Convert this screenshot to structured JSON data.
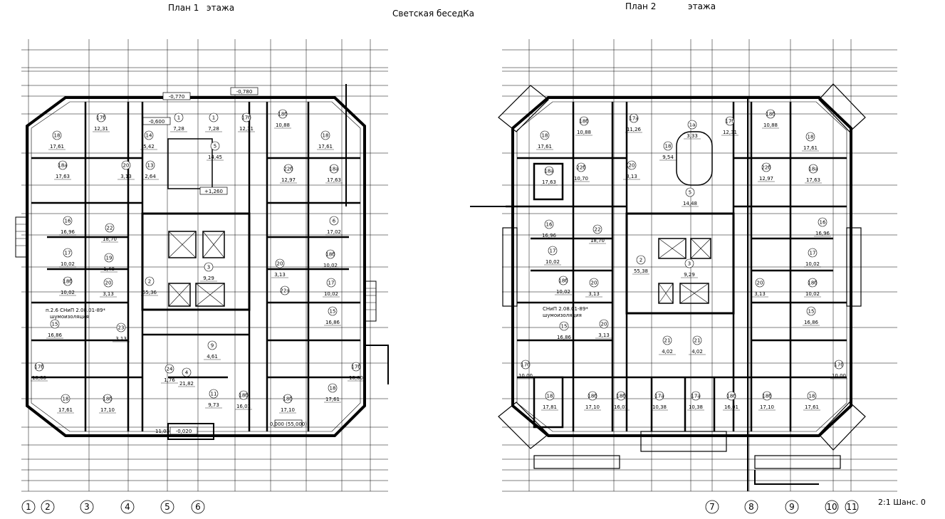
{
  "titles": {
    "plan1_a": "План 1",
    "plan1_b": "этажа",
    "center": "Светская беседКа",
    "plan2_a": "План 2",
    "plan2_b": "этажа",
    "scale": "2:1 Шанс. 0"
  },
  "axes_left": [
    "1",
    "2",
    "3",
    "4",
    "5",
    "6"
  ],
  "axes_right": [
    "7",
    "8",
    "9",
    "10",
    "11"
  ],
  "plan1": {
    "rooms": [
      {
        "n": "17б",
        "a": "12,31"
      },
      {
        "n": "1",
        "a": "7,28"
      },
      {
        "n": "1",
        "a": "7,28"
      },
      {
        "n": "17б",
        "a": "12,31"
      },
      {
        "n": "18б",
        "a": "10,88"
      },
      {
        "n": "18",
        "a": "17,61"
      },
      {
        "n": "14",
        "a": "5,42"
      },
      {
        "n": "5",
        "a": "14,45"
      },
      {
        "n": "18",
        "a": "17,61"
      },
      {
        "n": "18а",
        "a": "17,63"
      },
      {
        "n": "20",
        "a": "3,13"
      },
      {
        "n": "13",
        "a": "2,64"
      },
      {
        "n": "22б",
        "a": "12,97"
      },
      {
        "n": "18а",
        "a": "17,63"
      },
      {
        "n": "16",
        "a": "16,96"
      },
      {
        "n": "22",
        "a": "18,70"
      },
      {
        "n": "6",
        "a": "17,02"
      },
      {
        "n": "17",
        "a": "10,02"
      },
      {
        "n": "19",
        "a": "1,48"
      },
      {
        "n": "3",
        "a": "9,29"
      },
      {
        "n": "20",
        "a": "3,13"
      },
      {
        "n": "18б",
        "a": "10,02"
      },
      {
        "n": "18б",
        "a": "10,02"
      },
      {
        "n": "20",
        "a": "3,13"
      },
      {
        "n": "2",
        "a": "55,36"
      },
      {
        "n": "22а",
        "a": ""
      },
      {
        "n": "17",
        "a": "10,02"
      },
      {
        "n": "15",
        "a": "16,86"
      },
      {
        "n": "23",
        "a": "3,13"
      },
      {
        "n": "15",
        "a": "16,86"
      },
      {
        "n": "17б",
        "a": "10,00"
      },
      {
        "n": "9",
        "a": "4,61"
      },
      {
        "n": "17б",
        "a": "10,00"
      },
      {
        "n": "18",
        "a": "17,61"
      },
      {
        "n": "18б",
        "a": "17,10"
      },
      {
        "n": "24",
        "a": "1,76"
      },
      {
        "n": "4",
        "a": "21,82"
      },
      {
        "n": "11",
        "a": "9,73"
      },
      {
        "n": "18б",
        "a": "16,01"
      },
      {
        "n": "18б",
        "a": "17,10"
      },
      {
        "n": "18",
        "a": "17,61"
      }
    ],
    "levels": [
      "-0,770",
      "-0,780",
      "-0,600",
      "+1,260",
      "-0,020",
      "0,000 (55,000)"
    ],
    "notes": [
      "п.2.6 СНиП 2.08.01-89*",
      "шумоизоляция"
    ],
    "bottom_marks": [
      "11,03"
    ]
  },
  "plan2": {
    "rooms": [
      {
        "n": "18б",
        "a": "10,88"
      },
      {
        "n": "17а",
        "a": "11,26"
      },
      {
        "n": "1а",
        "a": "3,33"
      },
      {
        "n": "17б",
        "a": "12,31"
      },
      {
        "n": "18б",
        "a": "10,88"
      },
      {
        "n": "18",
        "a": "17,61"
      },
      {
        "n": "18",
        "a": "9,54"
      },
      {
        "n": "18",
        "a": "17,61"
      },
      {
        "n": "18а",
        "a": "17,63"
      },
      {
        "n": "22б",
        "a": "10,70"
      },
      {
        "n": "20",
        "a": "3,13"
      },
      {
        "n": "5",
        "a": "14,48"
      },
      {
        "n": "22б",
        "a": "12,97"
      },
      {
        "n": "18а",
        "a": "17,63"
      },
      {
        "n": "16",
        "a": "16,96"
      },
      {
        "n": "22",
        "a": "18,70"
      },
      {
        "n": "2",
        "a": "55,38"
      },
      {
        "n": "16",
        "a": "16,96"
      },
      {
        "n": "17",
        "a": "10,02"
      },
      {
        "n": "3",
        "a": "9,29"
      },
      {
        "n": "17",
        "a": "10,02"
      },
      {
        "n": "18б",
        "a": "10,02"
      },
      {
        "n": "20",
        "a": "3,13"
      },
      {
        "n": "20",
        "a": "3,13"
      },
      {
        "n": "18б",
        "a": "10,02"
      },
      {
        "n": "15",
        "a": "16,86"
      },
      {
        "n": "20",
        "a": "3,13"
      },
      {
        "n": "21",
        "a": "4,02"
      },
      {
        "n": "21",
        "a": "4,02"
      },
      {
        "n": "15",
        "a": "16,86"
      },
      {
        "n": "17б",
        "a": "10,00"
      },
      {
        "n": "17б",
        "a": "10,00"
      },
      {
        "n": "18",
        "a": "17,81"
      },
      {
        "n": "18б",
        "a": "17,10"
      },
      {
        "n": "18б",
        "a": "16,01"
      },
      {
        "n": "17а",
        "a": "10,38"
      },
      {
        "n": "17а",
        "a": "10,38"
      },
      {
        "n": "18б",
        "a": "16,01"
      },
      {
        "n": "18б",
        "a": "17,10"
      },
      {
        "n": "18",
        "a": "17,61"
      }
    ],
    "notes": [
      "СНиП 2.08.01-89*",
      "шумоизоляция"
    ]
  }
}
